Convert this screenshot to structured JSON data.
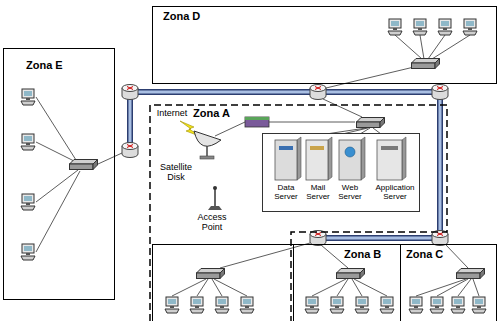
{
  "diagram": {
    "nodes": [
      {
        "text": [
          "Zona D"
        ]
      },
      {
        "text": [
          "Zona E"
        ]
      },
      {
        "text": [
          "Zona A"
        ]
      },
      {
        "text": [
          "Zona B"
        ]
      },
      {
        "text": [
          "Zona C"
        ]
      }
    ],
    "labels": [
      "Internet",
      "Satellite Disk",
      "Data Server",
      "Mail Server",
      "Web Server",
      "Application Server",
      "Access Point"
    ]
  }
}
